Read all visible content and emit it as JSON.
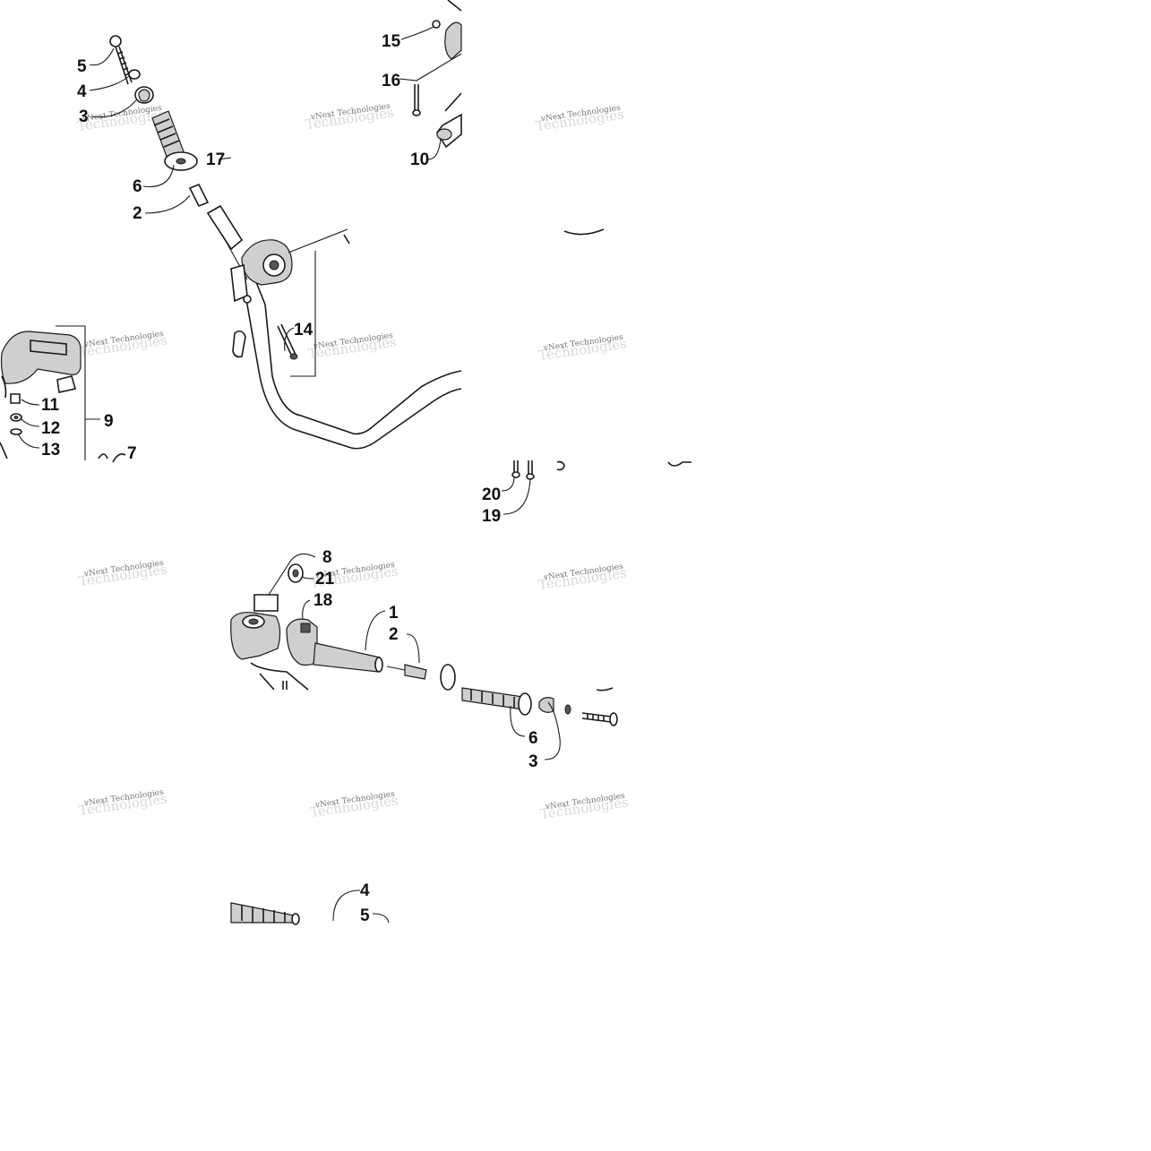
{
  "diagram": {
    "callouts": [
      "5",
      "4",
      "3",
      "17",
      "6",
      "2",
      "15",
      "16",
      "10",
      "14",
      "11",
      "12",
      "13",
      "9",
      "7",
      "20",
      "19",
      "8",
      "21",
      "18",
      "1",
      "2",
      "6",
      "3",
      "4",
      "5"
    ],
    "watermark": "vNext Technologies"
  }
}
